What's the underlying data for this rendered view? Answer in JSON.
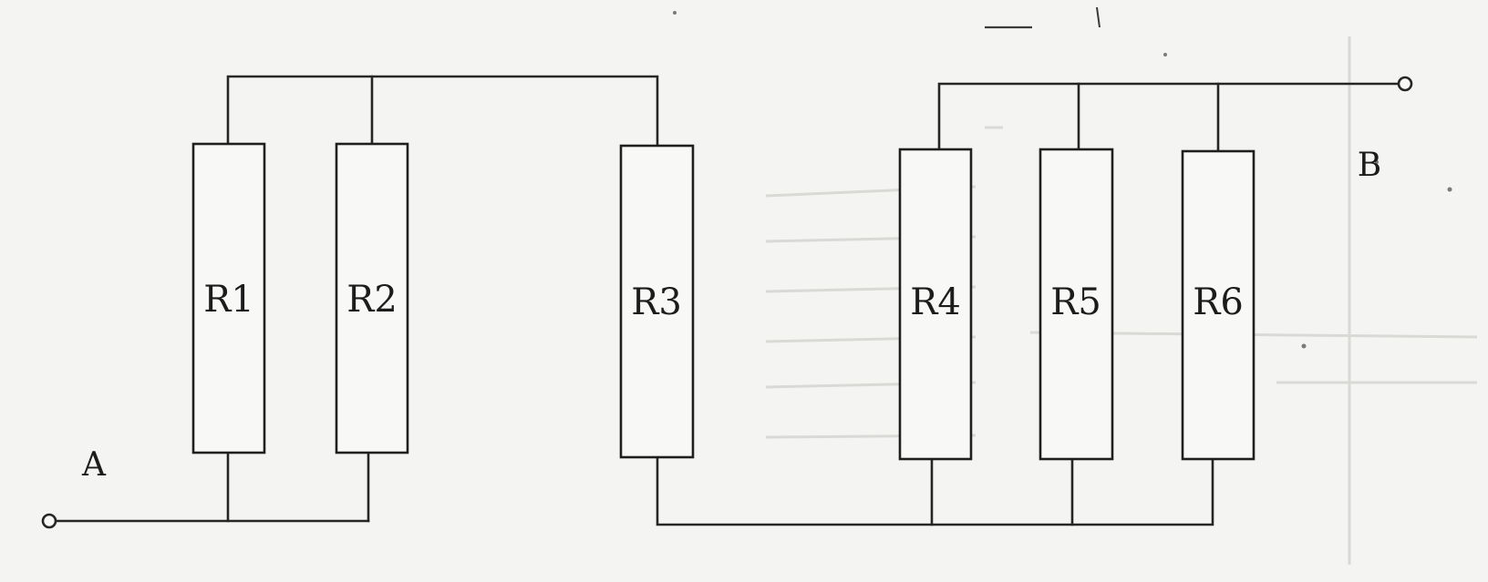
{
  "diagram": {
    "resistors": [
      {
        "id": "R1",
        "label": "R1"
      },
      {
        "id": "R2",
        "label": "R2"
      },
      {
        "id": "R3",
        "label": "R3"
      },
      {
        "id": "R4",
        "label": "R4"
      },
      {
        "id": "R5",
        "label": "R5"
      },
      {
        "id": "R6",
        "label": "R6"
      }
    ],
    "terminals": [
      {
        "id": "A",
        "label": "A"
      },
      {
        "id": "B",
        "label": "B"
      }
    ],
    "connections": [
      {
        "from": "A",
        "to": "R1",
        "end": "bottom"
      },
      {
        "from": "A",
        "to": "R2",
        "end": "bottom"
      },
      {
        "from": "R1",
        "to": "R2",
        "end": "top"
      },
      {
        "from": "R2",
        "to": "R3",
        "end": "top"
      },
      {
        "from": "R3",
        "to": "R4",
        "end": "bottom"
      },
      {
        "from": "R4",
        "to": "R5",
        "end": "bottom"
      },
      {
        "from": "R5",
        "to": "R6",
        "end": "bottom"
      },
      {
        "from": "R4",
        "to": "B",
        "end": "top"
      },
      {
        "from": "R5",
        "to": "B",
        "end": "top"
      },
      {
        "from": "R6",
        "to": "B",
        "end": "top"
      }
    ],
    "colors": {
      "ink": "#1f1f1f",
      "paper": "#f4f4f2"
    }
  }
}
